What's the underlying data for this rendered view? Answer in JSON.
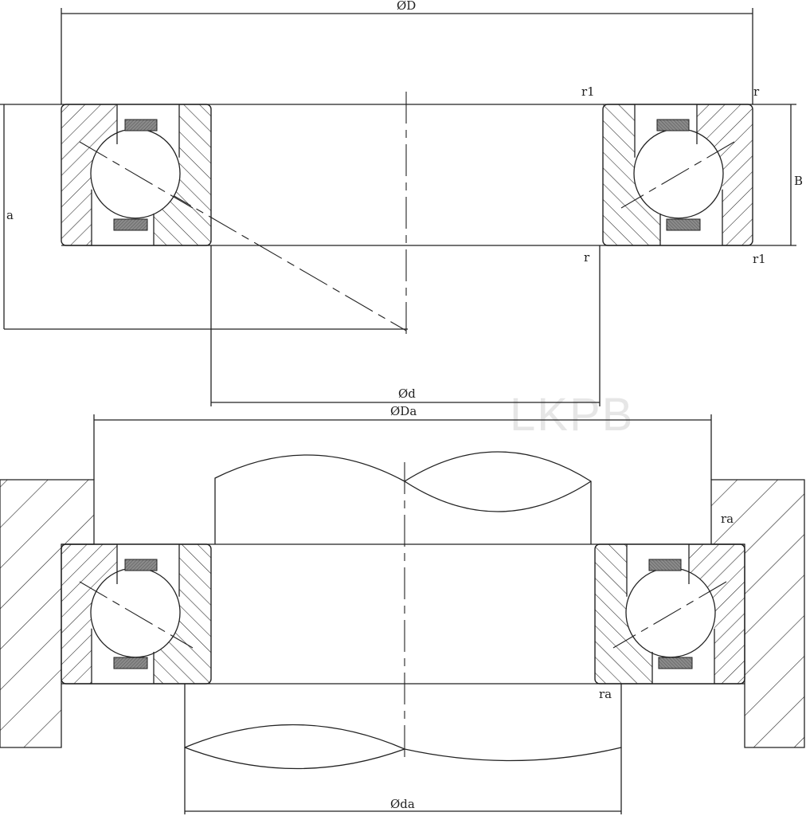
{
  "title": "Angular contact ball bearing mounting dimensions drawing",
  "labels": {
    "outer_diameter": "ØD",
    "bore_diameter": "Ød",
    "housing_diameter": "ØDa",
    "shaft_diameter": "Øda",
    "width": "B",
    "load_center": "a",
    "r1_top": "r1",
    "r_top": "r",
    "r_bottom": "r",
    "r1_bottom": "r1",
    "ra_housing": "ra",
    "ra_shaft": "ra"
  },
  "watermark": "LKPB",
  "colors": {
    "line": "#222222",
    "cage": "#6e6e6e",
    "watermark": "#e6e6e6"
  }
}
